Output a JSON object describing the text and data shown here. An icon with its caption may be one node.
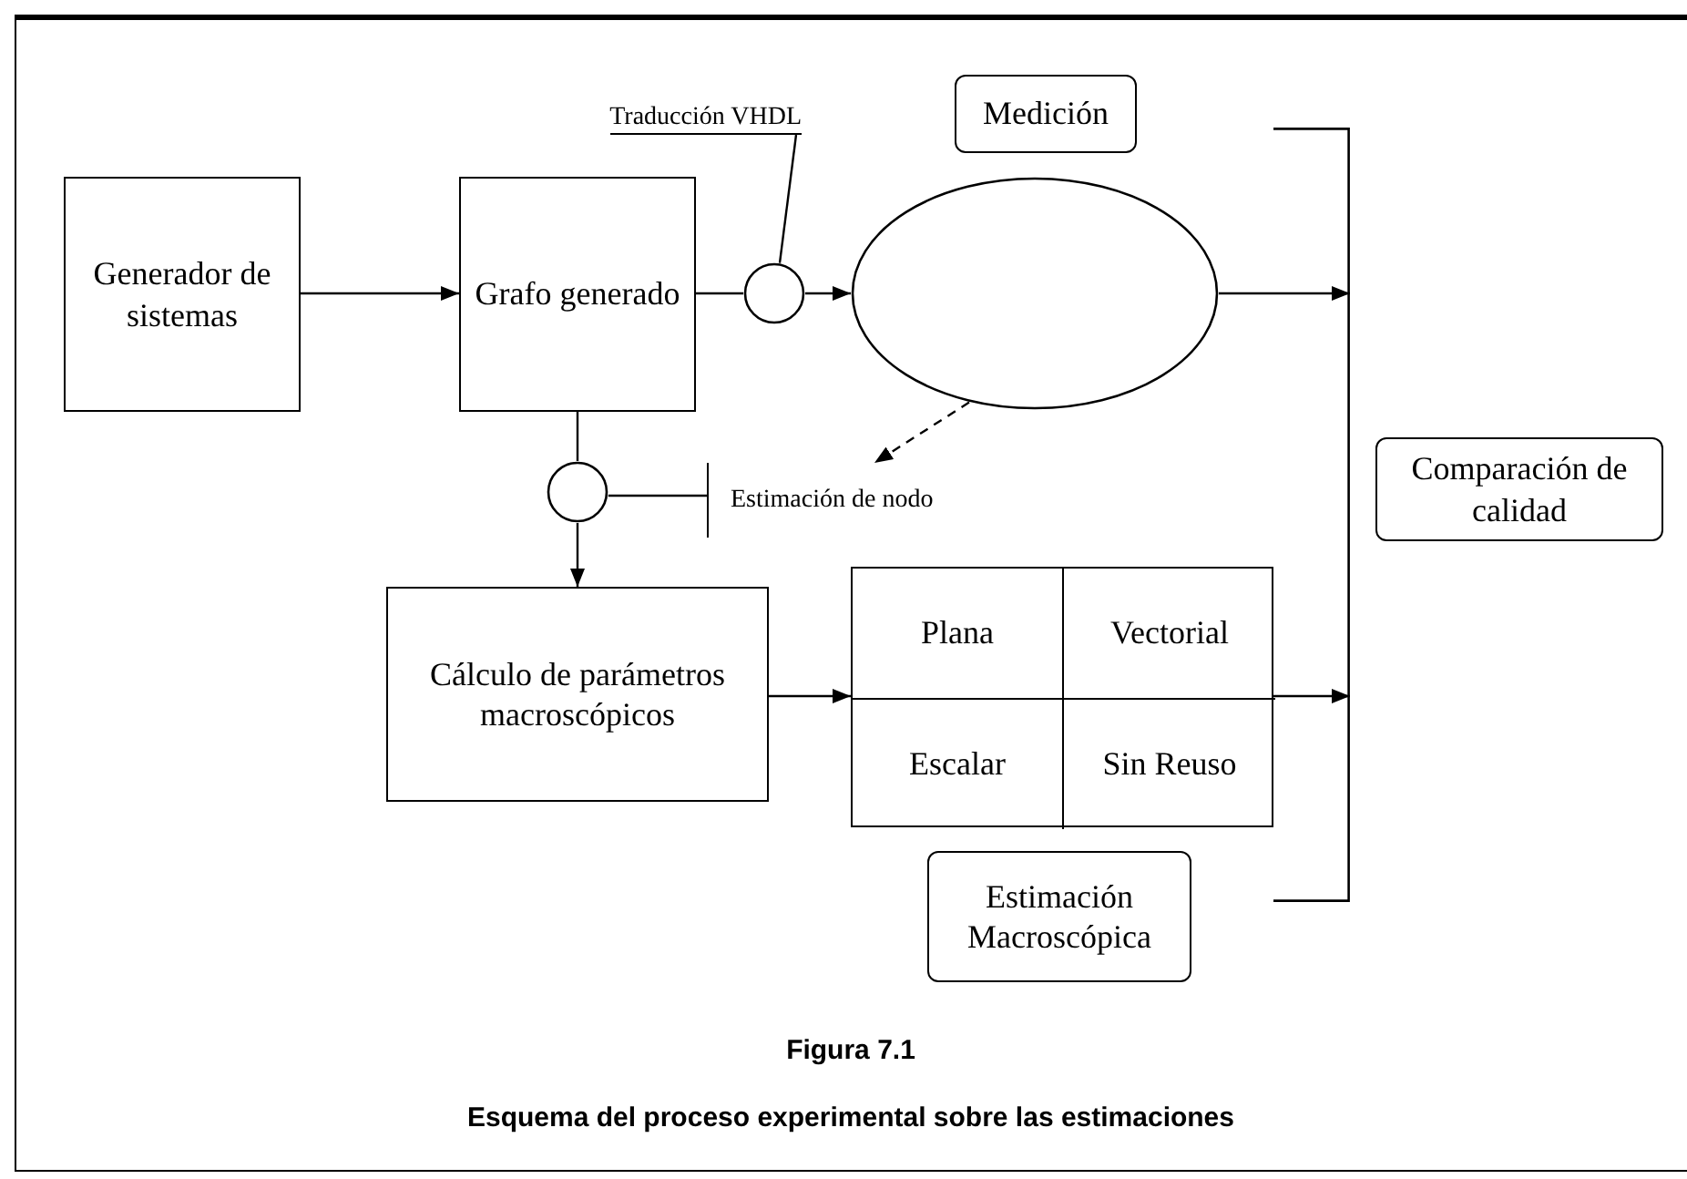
{
  "diagram": {
    "caption": "Esquema del proceso experimental sobre las estimaciones",
    "nodes": [
      {
        "text": [
          "Generador de sistemas"
        ]
      },
      {
        "text": [
          "Grafo generado"
        ]
      },
      {
        "text": [],
        "shape": "circle"
      },
      {
        "text": [
          "Traducción VHDL"
        ]
      },
      {
        "text": [],
        "shape": "ellipse"
      },
      {
        "text": [
          "Medición"
        ]
      },
      {
        "text": [],
        "shape": "circle"
      },
      {
        "text": [
          "Estimación de nodo"
        ]
      },
      {
        "text": [
          "Cálculo de parámetros macroscópicos"
        ]
      },
      {
        "text": [],
        "shape": "box"
      },
      {
        "text": [
          "Plana"
        ],
        "in": 9
      },
      {
        "text": [
          "Vectorial"
        ],
        "in": 9
      },
      {
        "text": [
          "Escalar"
        ],
        "in": 9
      },
      {
        "text": [
          "Sin Reuso"
        ],
        "in": 9
      },
      {
        "text": [],
        "shape": "bar"
      },
      {
        "text": [
          "Estimación Macroscópica"
        ]
      },
      {
        "text": [
          "Comparación de calidad"
        ]
      }
    ],
    "edges": [
      {
        "from": 0,
        "to": 1,
        "arrow": "to"
      },
      {
        "from": 1,
        "to": 2,
        "arrow": "none"
      },
      {
        "from": 2,
        "to": 4,
        "arrow": "to"
      },
      {
        "from": 3,
        "to": 2,
        "arrow": "none"
      },
      {
        "from": 1,
        "to": 6,
        "arrow": "none"
      },
      {
        "from": 6,
        "to": 8,
        "arrow": "to"
      },
      {
        "from": 7,
        "to": 6,
        "arrow": "none"
      },
      {
        "from": 4,
        "to": 7,
        "arrow": "to",
        "style": "dashed"
      },
      {
        "from": 8,
        "to": 9,
        "arrow": "to"
      },
      {
        "from": 9,
        "to": 14,
        "arrow": "to"
      },
      {
        "from": 4,
        "to": 14,
        "arrow": "to"
      }
    ],
    "labels": [
      "Figura 7.1"
    ]
  }
}
